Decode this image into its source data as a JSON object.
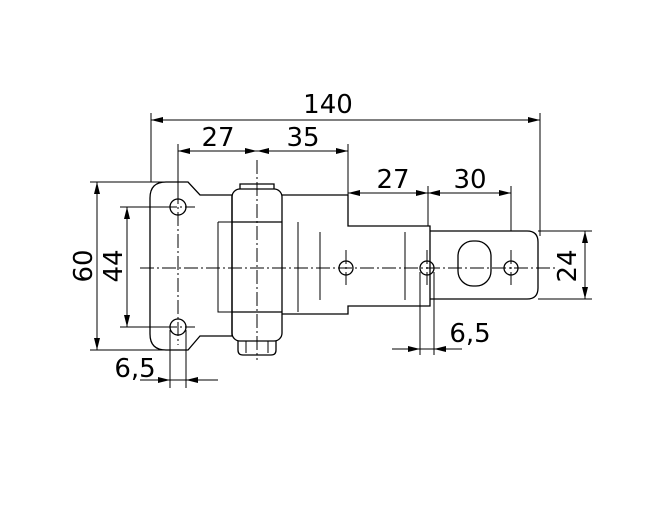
{
  "dimensions": {
    "overall_length": "140",
    "hole_pitch_left": "27",
    "hinge_to_slot": "35",
    "slot_to_hole": "27",
    "hole_to_end": "30",
    "total_height": "60",
    "hole_spacing_vertical": "44",
    "tongue_width": "24",
    "hole_diameter_left": "6,5",
    "hole_diameter_right": "6,5"
  }
}
